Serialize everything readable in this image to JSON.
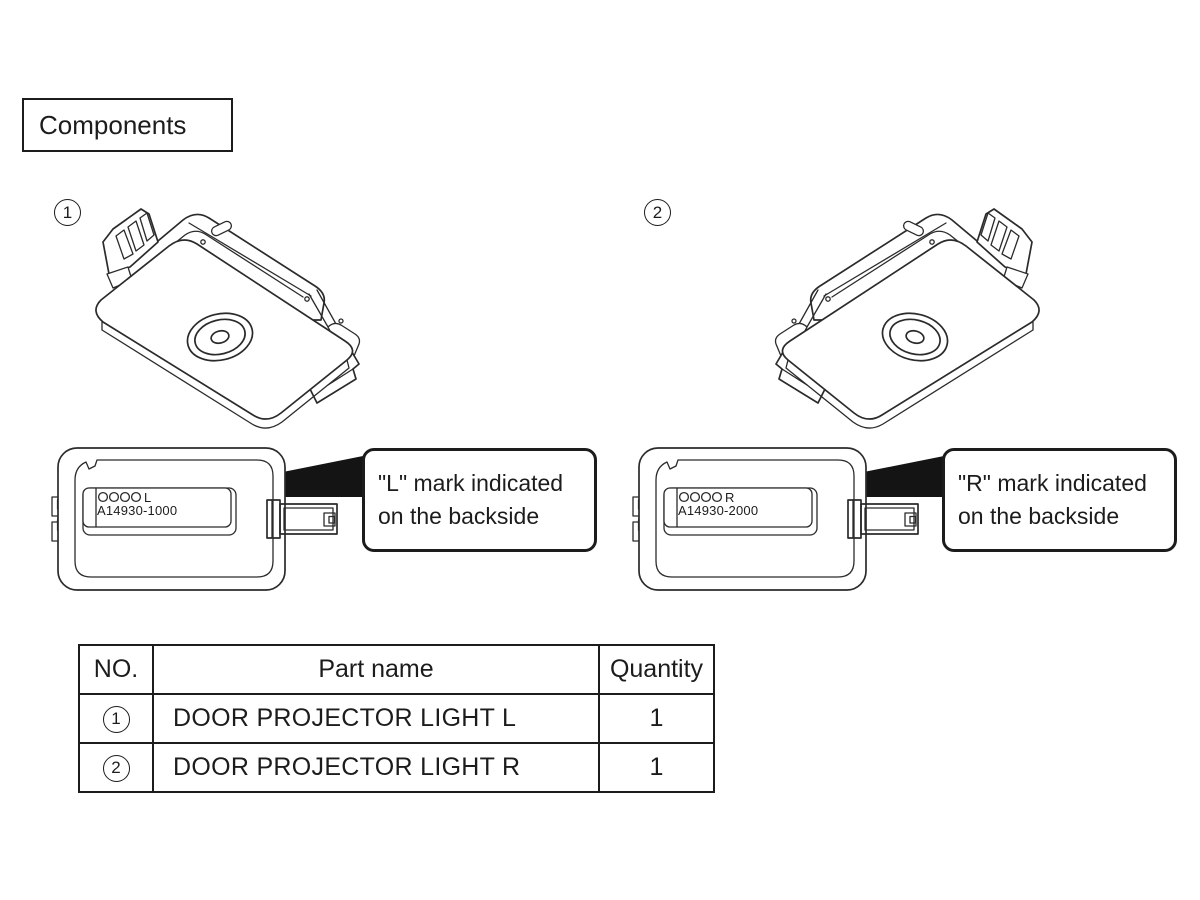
{
  "page": {
    "section_title": "Components"
  },
  "figures": {
    "item1": {
      "number": "1",
      "callout": {
        "line1": "\"L\" mark indicated",
        "line2": "on the backside"
      },
      "label": {
        "letter": "L",
        "part_number": "A14930-1000"
      }
    },
    "item2": {
      "number": "2",
      "callout": {
        "line1": "\"R\" mark indicated",
        "line2": "on the backside"
      },
      "label": {
        "letter": "R",
        "part_number": "A14930-2000"
      }
    }
  },
  "table": {
    "headers": [
      "NO.",
      "Part name",
      "Quantity"
    ],
    "rows": [
      {
        "no": "1",
        "part_name": "DOOR PROJECTOR LIGHT L",
        "quantity": "1"
      },
      {
        "no": "2",
        "part_name": "DOOR PROJECTOR LIGHT R",
        "quantity": "1"
      }
    ]
  },
  "colors": {
    "line": "#2b2b2b",
    "text": "#1c1c1c",
    "background": "#ffffff",
    "wedge": "#141414"
  }
}
